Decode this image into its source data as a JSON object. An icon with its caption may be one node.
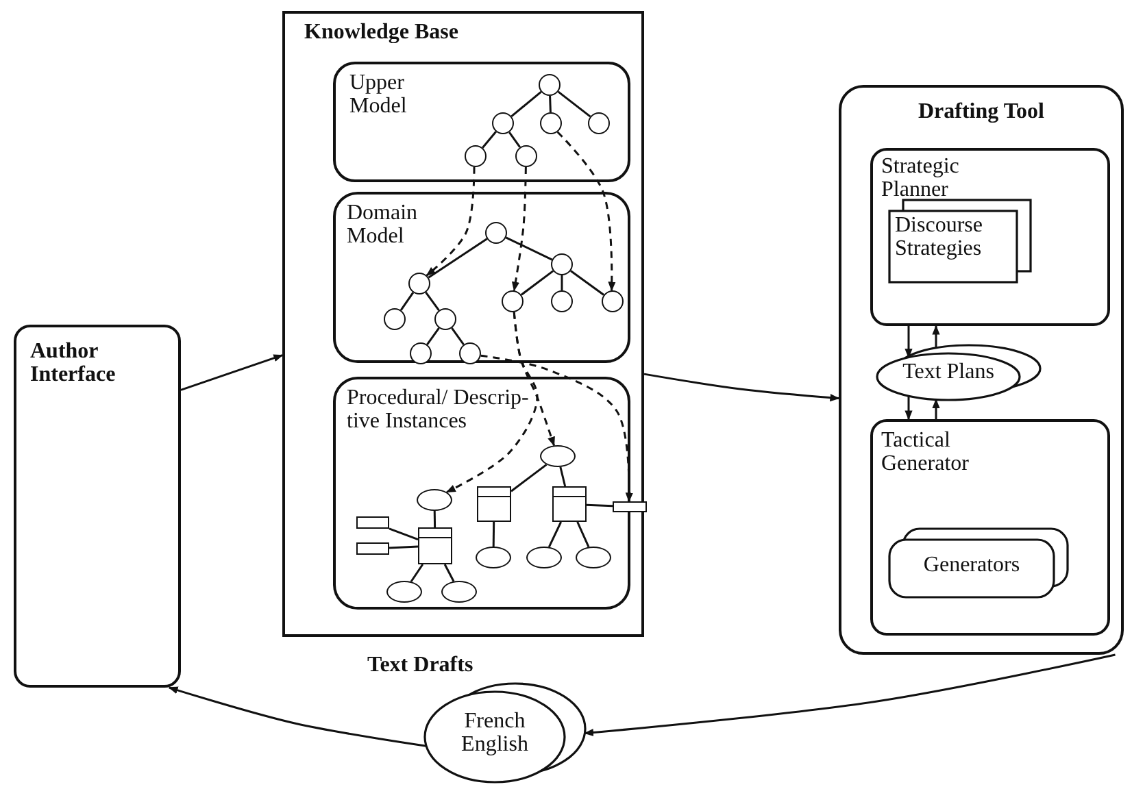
{
  "diagram": {
    "nodes": [
      {
        "text": [
          "Author Interface"
        ]
      },
      {
        "text": [
          "Knowledge Base"
        ]
      },
      {
        "text": [
          "Upper Model"
        ],
        "in": 1
      },
      {
        "text": [
          "Domain Model"
        ],
        "in": 1
      },
      {
        "text": [
          "Procedural/ Descrip- tive Instances"
        ],
        "in": 1
      },
      {
        "text": [
          "Drafting Tool"
        ]
      },
      {
        "text": [
          "Strategic Planner"
        ],
        "in": 5
      },
      {
        "text": [
          "Discourse Strategies"
        ],
        "in": 6
      },
      {
        "text": [
          "Text Plans"
        ],
        "in": 5
      },
      {
        "text": [
          "Tactical Generator"
        ],
        "in": 5
      },
      {
        "text": [
          "Generators"
        ],
        "in": 9
      },
      {
        "text": [
          "French English"
        ],
        "beside": [
          "Text Drafts"
        ]
      },
      {
        "text": [],
        "shape": "circle",
        "in": 2
      },
      {
        "text": [],
        "shape": "circle",
        "in": 2
      },
      {
        "text": [],
        "shape": "circle",
        "in": 2
      },
      {
        "text": [],
        "shape": "circle",
        "in": 2
      },
      {
        "text": [],
        "shape": "circle",
        "in": 2
      },
      {
        "text": [],
        "shape": "circle",
        "in": 2
      },
      {
        "text": [],
        "shape": "circle",
        "in": 3
      },
      {
        "text": [],
        "shape": "circle",
        "in": 3
      },
      {
        "text": [],
        "shape": "circle",
        "in": 3
      },
      {
        "text": [],
        "shape": "circle",
        "in": 3
      },
      {
        "text": [],
        "shape": "circle",
        "in": 3
      },
      {
        "text": [],
        "shape": "circle",
        "in": 3
      },
      {
        "text": [],
        "shape": "circle",
        "in": 3
      },
      {
        "text": [],
        "shape": "circle",
        "in": 3
      },
      {
        "text": [],
        "shape": "circle",
        "in": 3
      },
      {
        "text": [],
        "shape": "circle",
        "in": 3
      },
      {
        "text": [],
        "shape": "ellipse",
        "in": 4
      },
      {
        "text": [],
        "shape": "ellipse",
        "in": 4
      },
      {
        "text": [],
        "shape": "box",
        "in": 4
      },
      {
        "text": [],
        "shape": "box",
        "in": 4
      },
      {
        "text": [],
        "shape": "bar",
        "in": 4
      },
      {
        "text": [],
        "shape": "bar",
        "in": 4
      },
      {
        "text": [],
        "shape": "bar",
        "in": 4
      },
      {
        "text": [],
        "shape": "box",
        "in": 4
      },
      {
        "text": [],
        "shape": "ellipse",
        "in": 4
      },
      {
        "text": [],
        "shape": "ellipse",
        "in": 4
      },
      {
        "text": [],
        "shape": "ellipse",
        "in": 4
      },
      {
        "text": [],
        "shape": "ellipse",
        "in": 4
      },
      {
        "text": [],
        "shape": "ellipse",
        "in": 4
      }
    ],
    "edges": [
      {
        "from": 0,
        "to": 1,
        "arrow": "to"
      },
      {
        "from": 1,
        "to": 5,
        "arrow": "to"
      },
      {
        "from": 6,
        "to": 8,
        "arrow": "to"
      },
      {
        "from": 8,
        "to": 6,
        "arrow": "to"
      },
      {
        "from": 8,
        "to": 9,
        "arrow": "to"
      },
      {
        "from": 9,
        "to": 8,
        "arrow": "to"
      },
      {
        "from": 5,
        "to": 11,
        "arrow": "to"
      },
      {
        "from": 11,
        "to": 0,
        "arrow": "to"
      },
      {
        "from": 12,
        "to": 13,
        "arrow": "none"
      },
      {
        "from": 12,
        "to": 14,
        "arrow": "none"
      },
      {
        "from": 12,
        "to": 15,
        "arrow": "none"
      },
      {
        "from": 13,
        "to": 16,
        "arrow": "none"
      },
      {
        "from": 13,
        "to": 17,
        "arrow": "none"
      },
      {
        "from": 18,
        "to": 19,
        "arrow": "none"
      },
      {
        "from": 18,
        "to": 20,
        "arrow": "none"
      },
      {
        "from": 20,
        "to": 21,
        "arrow": "none"
      },
      {
        "from": 20,
        "to": 22,
        "arrow": "none"
      },
      {
        "from": 20,
        "to": 23,
        "arrow": "none"
      },
      {
        "from": 19,
        "to": 24,
        "arrow": "none"
      },
      {
        "from": 19,
        "to": 25,
        "arrow": "none"
      },
      {
        "from": 25,
        "to": 26,
        "arrow": "none"
      },
      {
        "from": 25,
        "to": 27,
        "arrow": "none"
      },
      {
        "from": 28,
        "to": 30,
        "arrow": "none"
      },
      {
        "from": 28,
        "to": 31,
        "arrow": "none"
      },
      {
        "from": 31,
        "to": 32,
        "arrow": "none"
      },
      {
        "from": 31,
        "to": 37,
        "arrow": "none"
      },
      {
        "from": 31,
        "to": 38,
        "arrow": "none"
      },
      {
        "from": 30,
        "to": 36,
        "arrow": "none"
      },
      {
        "from": 29,
        "to": 35,
        "arrow": "none"
      },
      {
        "from": 33,
        "to": 35,
        "arrow": "none"
      },
      {
        "from": 34,
        "to": 35,
        "arrow": "none"
      },
      {
        "from": 35,
        "to": 39,
        "arrow": "none"
      },
      {
        "from": 35,
        "to": 40,
        "arrow": "none"
      },
      {
        "from": 16,
        "to": 19,
        "arrow": "to",
        "style": "dashed"
      },
      {
        "from": 17,
        "to": 21,
        "arrow": "to",
        "style": "dashed"
      },
      {
        "from": 14,
        "to": 23,
        "arrow": "to",
        "style": "dashed"
      },
      {
        "from": 21,
        "to": 28,
        "arrow": "to",
        "style": "dashed"
      },
      {
        "from": 21,
        "to": 29,
        "arrow": "to",
        "style": "dashed"
      },
      {
        "from": 27,
        "to": 32,
        "arrow": "to",
        "style": "dashed"
      }
    ]
  }
}
